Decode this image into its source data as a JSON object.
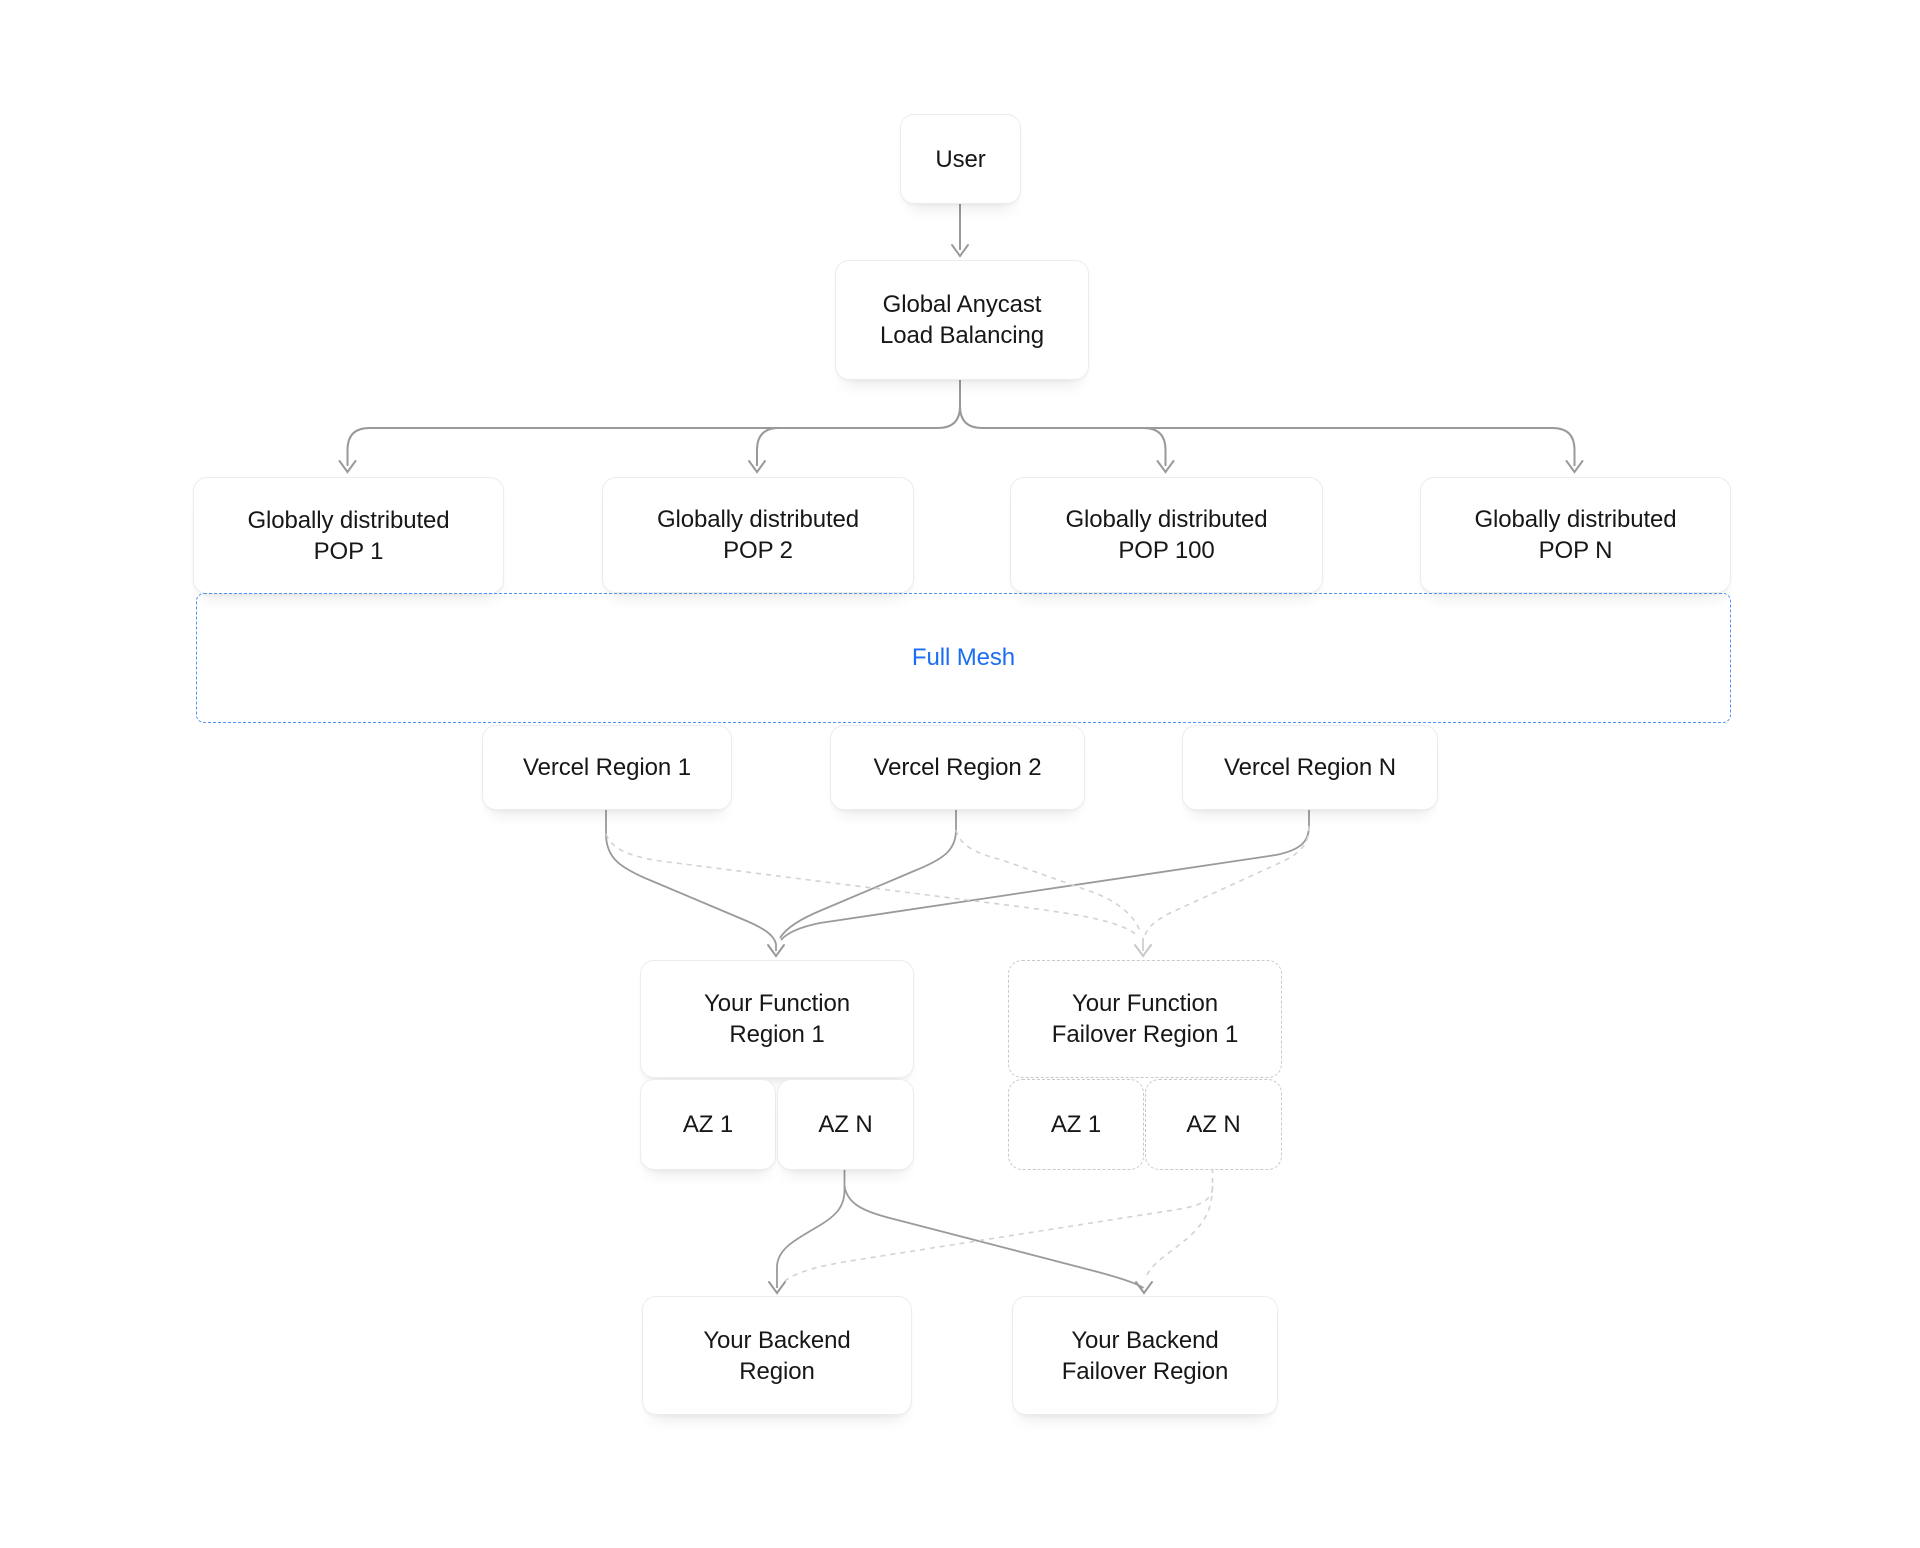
{
  "nodes": {
    "user": "User",
    "load_balancer": "Global Anycast\nLoad Balancing",
    "pop1": "Globally distributed\nPOP 1",
    "pop2": "Globally distributed\nPOP 2",
    "pop100": "Globally distributed\nPOP 100",
    "popN": "Globally distributed\nPOP N",
    "full_mesh": "Full Mesh",
    "vercel_region_1": "Vercel Region 1",
    "vercel_region_2": "Vercel Region 2",
    "vercel_region_n": "Vercel Region N",
    "function_region": "Your Function\nRegion 1",
    "function_failover": "Your Function\nFailover Region 1",
    "az_1": "AZ 1",
    "az_n": "AZ N",
    "az_failover_1": "AZ 1",
    "az_failover_n": "AZ N",
    "backend_region": "Your Backend\nRegion",
    "backend_failover": "Your Backend\nFailover Region"
  },
  "edges": [
    {
      "from": "user",
      "to": "load_balancer",
      "style": "solid"
    },
    {
      "from": "load_balancer",
      "to": "pop1",
      "style": "solid"
    },
    {
      "from": "load_balancer",
      "to": "pop2",
      "style": "solid"
    },
    {
      "from": "load_balancer",
      "to": "pop100",
      "style": "solid"
    },
    {
      "from": "load_balancer",
      "to": "popN",
      "style": "solid"
    },
    {
      "from": "vercel_region_1",
      "to": "function_region",
      "style": "solid"
    },
    {
      "from": "vercel_region_2",
      "to": "function_region",
      "style": "solid"
    },
    {
      "from": "vercel_region_n",
      "to": "function_region",
      "style": "solid"
    },
    {
      "from": "vercel_region_1",
      "to": "function_failover",
      "style": "dashed"
    },
    {
      "from": "vercel_region_2",
      "to": "function_failover",
      "style": "dashed"
    },
    {
      "from": "vercel_region_n",
      "to": "function_failover",
      "style": "dashed"
    },
    {
      "from": "az_n",
      "to": "backend_region",
      "style": "solid"
    },
    {
      "from": "az_n",
      "to": "backend_failover",
      "style": "solid"
    },
    {
      "from": "az_failover_n",
      "to": "backend_region",
      "style": "dashed"
    },
    {
      "from": "az_failover_n",
      "to": "backend_failover",
      "style": "dashed"
    }
  ],
  "colors": {
    "line_gray": "#9a9a9a",
    "dashed_line_gray": "#d2d2d2",
    "light_arrow_gray": "#c9c9c9",
    "mesh_border_blue": "#4d92f6",
    "mesh_text_blue": "#1b6ef2",
    "box_border": "#ececec",
    "dashed_box_border": "#c9c9c9",
    "text": "#171717",
    "background": "#ffffff"
  }
}
